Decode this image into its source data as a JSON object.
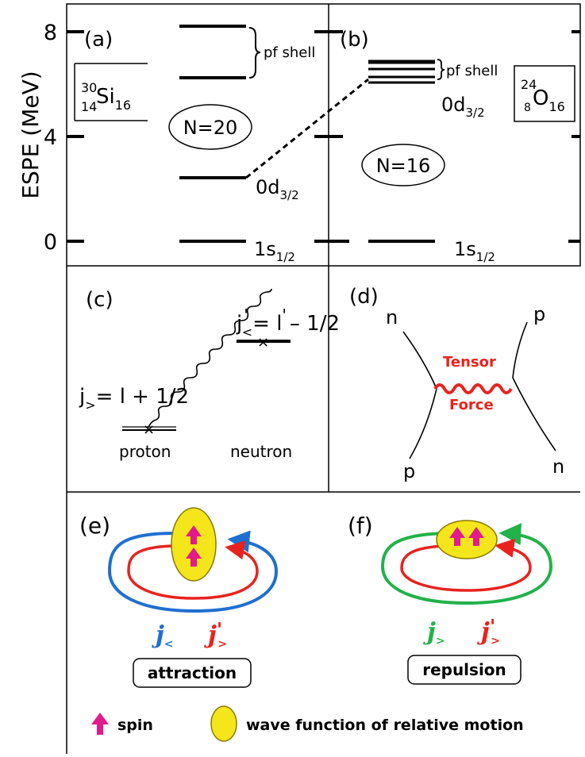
{
  "colors": {
    "red": "#e8231e",
    "blue": "#1f6fd1",
    "green": "#21b24a",
    "magenta": "#e21a8c",
    "yellow": "#f4e61a"
  },
  "top": {
    "ylabel": "ESPE (MeV)",
    "ticks": [
      "8",
      "4",
      "0"
    ],
    "a": {
      "tag": "(a)",
      "nucleus_mass": "30",
      "nucleus_z": "14",
      "nucleus_sym": "Si",
      "nucleus_n": "16",
      "pf": "pf shell",
      "magic": "N=20",
      "d32_main": "0d",
      "d32_sub": "3/2",
      "s12_main": "1s",
      "s12_sub": "1/2"
    },
    "b": {
      "tag": "(b)",
      "nucleus_mass": "24",
      "nucleus_z": "8",
      "nucleus_sym": "O",
      "nucleus_n": "16",
      "pf": "pf shell",
      "magic": "N=16",
      "d32_main": "0d",
      "d32_sub": "3/2",
      "s12_main": "1s",
      "s12_sub": "1/2"
    }
  },
  "c": {
    "tag": "(c)",
    "jprime_main": "j",
    "jprime_prime": "'",
    "jprime_sub": "<",
    "jprime_rhs": "= l",
    "jprime_rhs_prime": "'",
    "jprime_rhs_tail": "– 1/2",
    "j_main": "j",
    "j_sub": ">",
    "j_rhs": "= l + 1/2",
    "proton": "proton",
    "neutron": "neutron"
  },
  "d": {
    "tag": "(d)",
    "n_top": "n",
    "p_top": "p",
    "p_bottom": "p",
    "n_bottom": "n",
    "tensor": "Tensor",
    "force": "Force"
  },
  "e": {
    "tag": "(e)",
    "j_main": "j",
    "j_sub": "<",
    "jp_main": "j",
    "jp_prime": "'",
    "jp_sub": ">",
    "result": "attraction"
  },
  "f": {
    "tag": "(f)",
    "j_main": "j",
    "j_sub": ">",
    "jp_main": "j",
    "jp_prime": "'",
    "jp_sub": ">",
    "result": "repulsion"
  },
  "legend": {
    "spin": "spin",
    "wave": "wave function of relative motion"
  }
}
